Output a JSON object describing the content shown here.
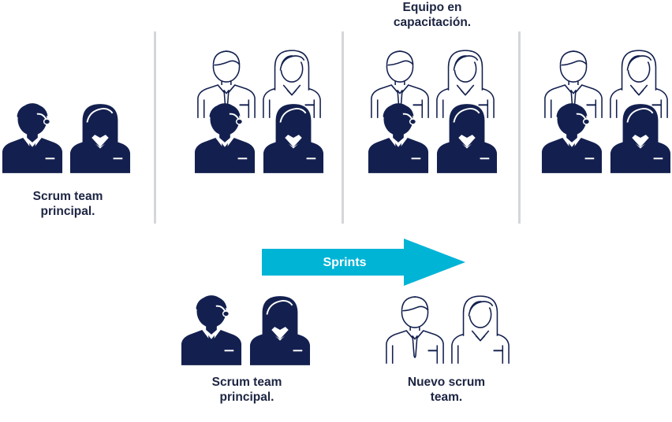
{
  "colors": {
    "navy": "#13204f",
    "arrow": "#00b4d6",
    "divider": "#d4d6dc",
    "label_text": "#1c2442"
  },
  "labels": {
    "top_left_caption": "Scrum team principal.",
    "top_training_caption": "Equipo en capacitación.",
    "bottom_left_caption": "Scrum team principal.",
    "bottom_right_caption": "Nuevo scrum team.",
    "arrow_label": "Sprints"
  },
  "icons": {
    "filled_male": "man-filled-icon",
    "filled_female": "woman-filled-icon",
    "outline_male": "man-outline-icon",
    "outline_female": "woman-outline-icon"
  }
}
